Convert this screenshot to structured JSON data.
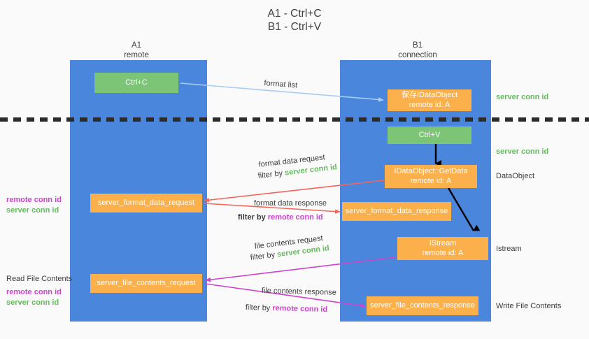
{
  "title": "A1 - Ctrl+C\nB1 - Ctrl+V",
  "colors": {
    "lane": "#4a86dc",
    "green_node": "#7cc576",
    "orange_node": "#fbb04c",
    "server_conn_id": "#66bb5e",
    "remote_conn_id": "#cc44cc",
    "format_list_arrow": "#a8cdf0",
    "format_data_arrow": "#f4655a",
    "file_contents_arrow": "#cc44cc",
    "internal_arrow": "#000000",
    "divider": "#2b2b2b"
  },
  "columns": [
    {
      "name": "A1",
      "sub": "remote",
      "header": "A1\nremote"
    },
    {
      "name": "B1",
      "sub": "connection",
      "header": "B1\nconnection"
    }
  ],
  "nodes": {
    "ctrl_c": {
      "label": "Ctrl+C",
      "style": "green"
    },
    "save_idataobject": {
      "label": "保存IDataObject\nremote id: A",
      "style": "orange"
    },
    "ctrl_v": {
      "label": "Ctrl+V",
      "style": "green"
    },
    "getdata": {
      "label": "IDataObject::GetData\nremote id: A",
      "style": "orange"
    },
    "server_format_data_request": {
      "label": "server_format_data_request",
      "style": "orange"
    },
    "server_format_data_response": {
      "label": "server_format_data_response",
      "style": "orange"
    },
    "istream": {
      "label": "IStream\nremote id: A",
      "style": "orange"
    },
    "server_file_contents_request": {
      "label": "server_file_contents_request",
      "style": "orange"
    },
    "server_file_contents_response": {
      "label": "server_file_contents_response",
      "style": "orange"
    }
  },
  "edges": {
    "format_list": {
      "label": "format list"
    },
    "format_data_request": {
      "label": "format data request",
      "filter_prefix": "filter by ",
      "filter_key": "server conn id",
      "filter_color": "green"
    },
    "format_data_response": {
      "label": "format data response",
      "filter_prefix": "filter by ",
      "filter_key": "remote conn id",
      "filter_color": "purple"
    },
    "file_contents_request": {
      "label": "file contents request",
      "filter_prefix": "filter by ",
      "filter_key": "server conn id",
      "filter_color": "green"
    },
    "file_contents_response": {
      "label": "file contents response",
      "filter_prefix": "filter by ",
      "filter_key": "remote conn id",
      "filter_color": "purple"
    }
  },
  "right_notes": {
    "server_conn_id_top": "server conn id",
    "server_conn_id_mid": "server conn id",
    "dataobject": "DataObject",
    "istream": "Istream",
    "write_file_contents": "Write File Contents"
  },
  "left_notes": {
    "remote_conn_id_1": "remote conn id",
    "server_conn_id_1": "server conn id",
    "read_file_contents": "Read File Contents",
    "remote_conn_id_2": "remote conn id",
    "server_conn_id_2": "server conn id"
  }
}
